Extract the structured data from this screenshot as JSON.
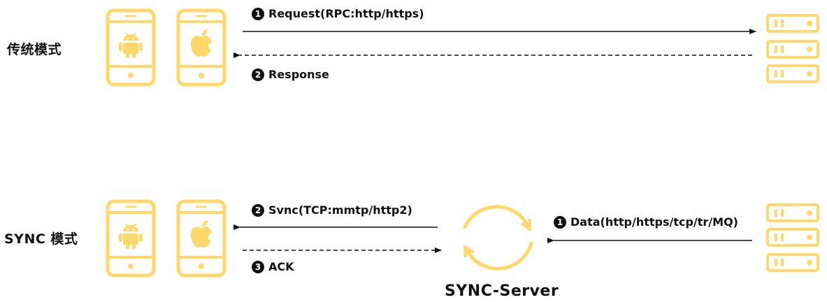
{
  "colors": {
    "accent": "#FFD76A",
    "line": "#111111"
  },
  "icons": {
    "android": "android-icon",
    "apple": "apple-icon",
    "server": "server-icon",
    "sync": "sync-icon"
  },
  "traditional": {
    "label": "传统模式",
    "request": {
      "num": "1",
      "text": "Request(RPC:http/https)"
    },
    "response": {
      "num": "2",
      "text": "Response"
    }
  },
  "sync_mode": {
    "label": "SYNC 模式",
    "sync": {
      "num": "2",
      "text": "Svnc(TCP:mmtp/http2)"
    },
    "ack": {
      "num": "3",
      "text": "ACK"
    },
    "data": {
      "num": "1",
      "text": "Data(http/https/tcp/tr/MQ)"
    },
    "server_label": "SYNC-Server"
  }
}
